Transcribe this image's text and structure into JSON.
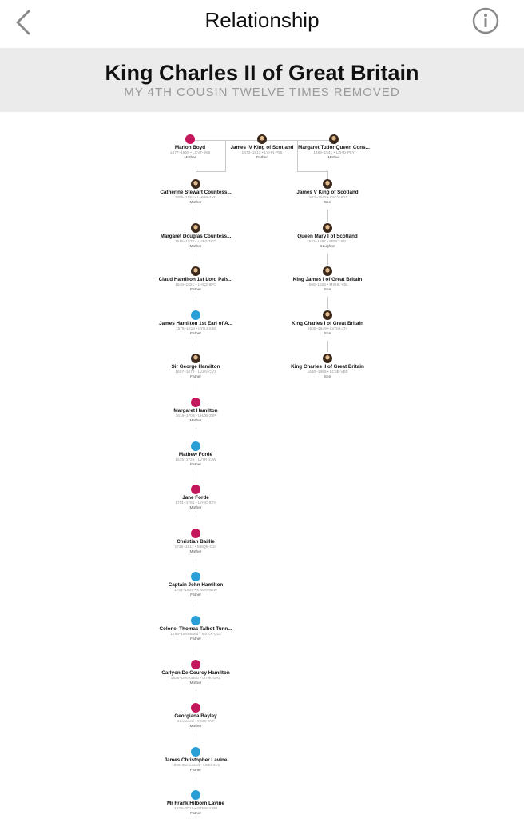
{
  "nav": {
    "title": "Relationship",
    "back_icon": "chevron-left-icon",
    "info_icon": "info-circle-icon"
  },
  "header": {
    "name": "King Charles II of Great Britain",
    "relationship": "MY 4TH COUSIN TWELVE TIMES REMOVED"
  },
  "colors": {
    "female": "#c2185b",
    "male": "#2a9fd6",
    "portrait": "#6d4a2e"
  },
  "tree": {
    "top": [
      {
        "name": "Marion Boyd",
        "dates": "1477–1559 • LCVT-8K6",
        "role": "Mother",
        "avatar": "female"
      },
      {
        "name": "James IV King of Scotland",
        "dates": "1473–1513 • LYHN-P55",
        "role": "Father",
        "avatar": "portrait"
      },
      {
        "name": "Margaret Tudor Queen Cons...",
        "dates": "1489–1541 • LZHD-P6Y",
        "role": "Mother",
        "avatar": "portrait"
      }
    ],
    "left": [
      {
        "name": "Catherine Stewart Countess...",
        "dates": "1495–1554 • LH8W-4YC",
        "role": "Mother",
        "avatar": "portrait"
      },
      {
        "name": "Margaret Douglas Countess...",
        "dates": "1515–1578 • LHBZ-TKD",
        "role": "Mother",
        "avatar": "portrait"
      },
      {
        "name": "Claud Hamilton 1st Lord Pais...",
        "dates": "1546–1621 • LHCZ-8FC",
        "role": "Father",
        "avatar": "portrait"
      },
      {
        "name": "James Hamilton 1st Earl of A...",
        "dates": "1575–1618 • LYGJ-S46",
        "role": "Father",
        "avatar": "male"
      },
      {
        "name": "Sir George Hamilton",
        "dates": "1607–1679 • LVZN-CV1",
        "role": "Father",
        "avatar": "portrait"
      },
      {
        "name": "Margaret Hamilton",
        "dates": "1619–1703 • LHZB-25P",
        "role": "Mother",
        "avatar": "female"
      },
      {
        "name": "Mathew Forde",
        "dates": "1675–1729 • LV7R-2JW",
        "role": "Father",
        "avatar": "male"
      },
      {
        "name": "Jane Forde",
        "dates": "1701–1781 • LYHC-9ZY",
        "role": "Mother",
        "avatar": "female"
      },
      {
        "name": "Christian Baillie",
        "dates": "1735–1817 • MBQK-C24",
        "role": "Mother",
        "avatar": "female"
      },
      {
        "name": "Captain John Hamilton",
        "dates": "1761–1829 • K2MN-9DW",
        "role": "Father",
        "avatar": "male"
      },
      {
        "name": "Colonel Thomas Talbot Tunn...",
        "dates": "1793–Deceased • MXKX-Q1J",
        "role": "Father",
        "avatar": "male"
      },
      {
        "name": "Carlyon De Courcy Hamilton",
        "dates": "1836–Deceased • LTNK-GR5",
        "role": "Mother",
        "avatar": "female"
      },
      {
        "name": "Georgiana Bayley",
        "dates": "Deceased • 9D69-8YF",
        "role": "Mother",
        "avatar": "female"
      },
      {
        "name": "James Christopher Lavine",
        "dates": "1896–Deceased • L83K-3L9",
        "role": "Father",
        "avatar": "male"
      },
      {
        "name": "Mr Frank Hilborn Lavine",
        "dates": "1928–2017 • G7MS-YBM",
        "role": "Father",
        "avatar": "male"
      }
    ],
    "right": [
      {
        "name": "James V King of Scotland",
        "dates": "1512–1542 • LYCS-K1T",
        "role": "Son",
        "avatar": "portrait"
      },
      {
        "name": "Queen Mary I of Scotland",
        "dates": "1542–1587 • MPX1-8G1",
        "role": "Daughter",
        "avatar": "portrait"
      },
      {
        "name": "King James I of Great Britain",
        "dates": "1566–1625 • MXHL-V5L",
        "role": "Son",
        "avatar": "portrait"
      },
      {
        "name": "King Charles I of Great Britain",
        "dates": "1600–1649 • LVGH-J74",
        "role": "Son",
        "avatar": "portrait"
      },
      {
        "name": "King Charles II of Great Britain",
        "dates": "1630–1685 • LC5B-VB5",
        "role": "Son",
        "avatar": "portrait"
      }
    ]
  }
}
